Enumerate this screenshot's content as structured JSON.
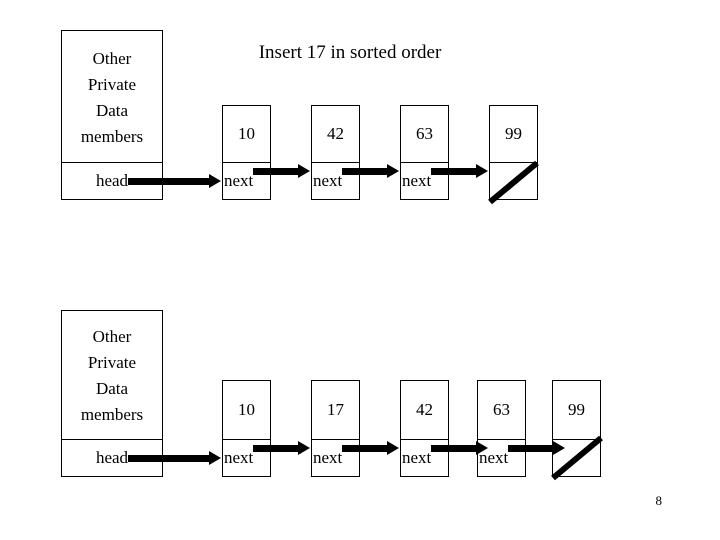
{
  "slide": {
    "title": "Insert 17 in sorted order",
    "page_number": "8"
  },
  "diagrams": [
    {
      "id": "before",
      "object_box": {
        "data_lines": [
          "Other",
          "Private",
          "Data",
          "members"
        ],
        "pointer_label": "head"
      },
      "next_label": "next",
      "nodes": [
        {
          "value": "10",
          "next_label": "next",
          "is_tail": false
        },
        {
          "value": "42",
          "next_label": "next",
          "is_tail": false
        },
        {
          "value": "63",
          "next_label": "next",
          "is_tail": false
        },
        {
          "value": "99",
          "next_label": "",
          "is_tail": true
        }
      ]
    },
    {
      "id": "after",
      "object_box": {
        "data_lines": [
          "Other",
          "Private",
          "Data",
          "members"
        ],
        "pointer_label": "head"
      },
      "next_label": "next",
      "nodes": [
        {
          "value": "10",
          "next_label": "next",
          "is_tail": false
        },
        {
          "value": "17",
          "next_label": "next",
          "is_tail": false
        },
        {
          "value": "42",
          "next_label": "next",
          "is_tail": false
        },
        {
          "value": "63",
          "next_label": "next",
          "is_tail": false
        },
        {
          "value": "99",
          "next_label": "",
          "is_tail": true
        }
      ]
    }
  ],
  "colors": {
    "background": "#ffffff",
    "ink": "#000000"
  }
}
